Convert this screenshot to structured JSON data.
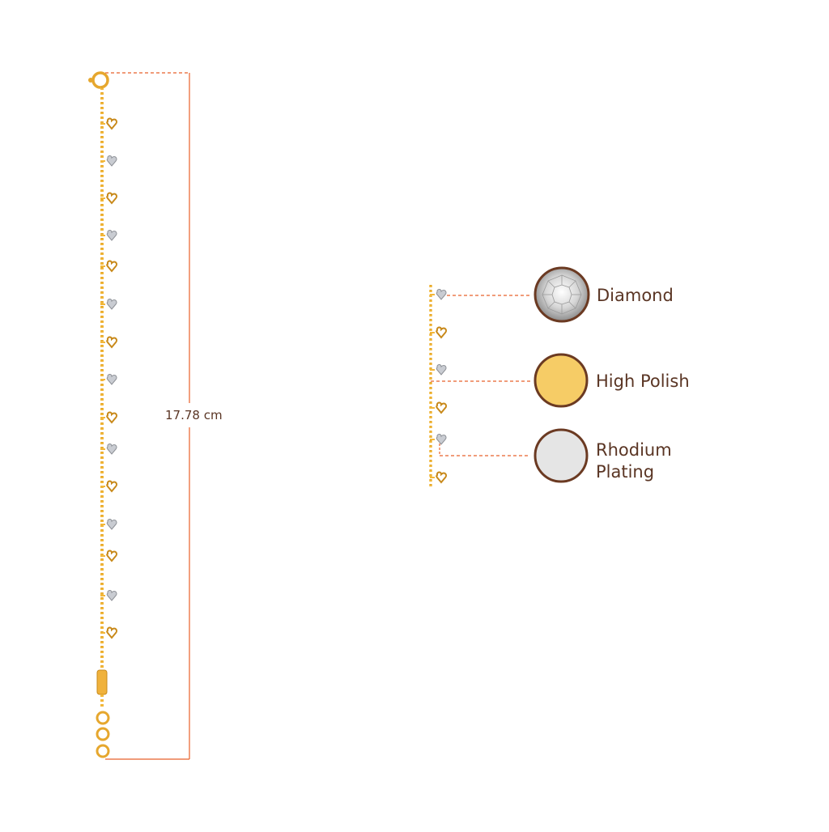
{
  "measurement": {
    "length_label": "17.78 cm"
  },
  "legend": {
    "diamond_label": "Diamond",
    "high_polish_label": "High Polish",
    "rhodium_label": "Rhodium Plating"
  },
  "colors": {
    "dimension_line": "#e8612a",
    "gold": "#f2b73a",
    "gold_dark": "#c8891a",
    "gold_swatch": "#f6cc66",
    "rhodium_swatch": "#e5e5e5",
    "swatch_border": "#6b3a22",
    "text": "#5a3524",
    "silver": "#c9ccd2"
  }
}
